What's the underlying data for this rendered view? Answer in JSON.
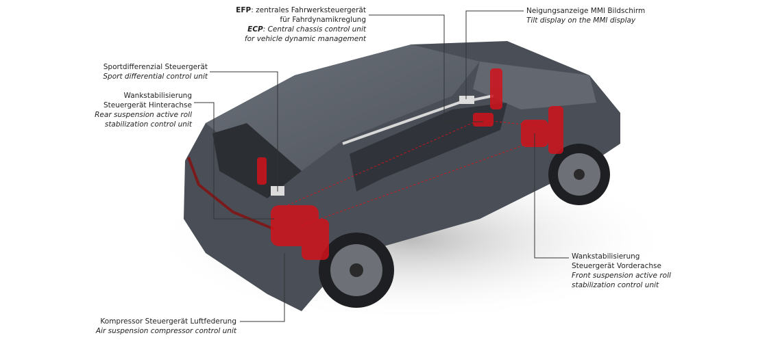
{
  "labels": {
    "efp": {
      "de_key": "EFP",
      "de_1": ": zentrales Fahrwerksteuergerät",
      "de_2": "für Fahrdynamikreglung",
      "en_key": "ECP",
      "en_1": ": Central chassis control unit",
      "en_2": "for vehicle dynamic management"
    },
    "mmi": {
      "de": "Neigungsanzeige MMI Bildschirm",
      "en": "Tilt display on the MMI display"
    },
    "sport_diff": {
      "de": "Sportdifferenzial Steuergerät",
      "en": "Sport differential control unit"
    },
    "rear_roll": {
      "de_1": "Wankstabilisierung",
      "de_2": "Steuergerät Hinterachse",
      "en_1": "Rear suspension active roll",
      "en_2": "stabilization control unit"
    },
    "front_roll": {
      "de_1": "Wankstabilisierung",
      "de_2": "Steuergerät Vorderachse",
      "en_1": "Front suspension active roll",
      "en_2": "stabilization control unit"
    },
    "compressor": {
      "de": "Kompressor Steuergerät Luftfederung",
      "en": "Air suspension compressor control unit"
    }
  },
  "colors": {
    "car_body": "#4a4f57",
    "components": "#d0121b",
    "leader": "#333333"
  }
}
